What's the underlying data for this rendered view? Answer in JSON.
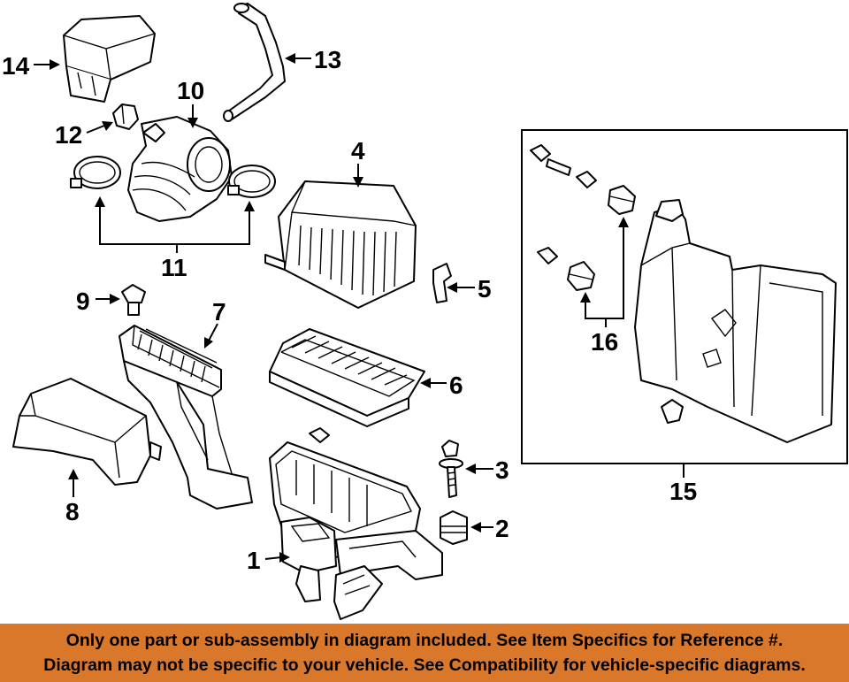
{
  "callouts": [
    "1",
    "2",
    "3",
    "4",
    "5",
    "6",
    "7",
    "8",
    "9",
    "10",
    "11",
    "12",
    "13",
    "14",
    "15",
    "16"
  ],
  "banner": {
    "line1": "Only one part or sub-assembly in diagram included. See Item Specifics for Reference #.",
    "line2": "Diagram may not be specific to your vehicle. See Compatibility for vehicle-specific diagrams."
  },
  "colors": {
    "banner_bg": "#d9772b",
    "line_art": "#000000"
  }
}
